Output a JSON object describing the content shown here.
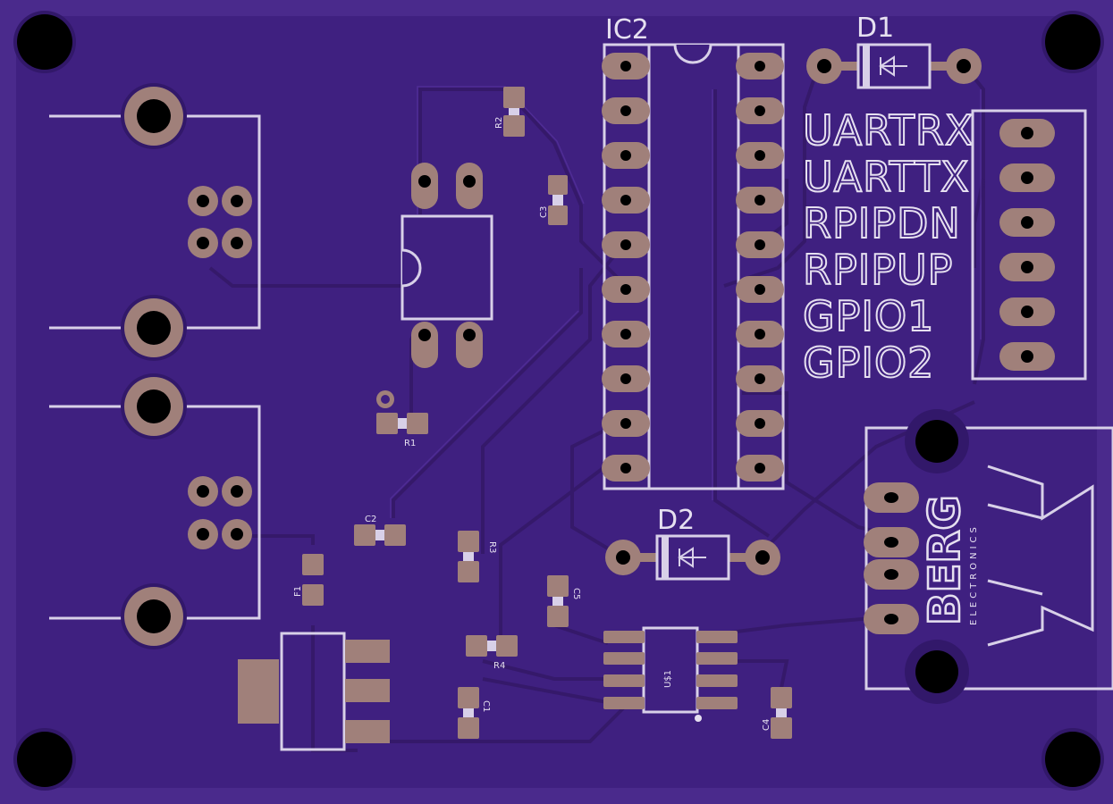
{
  "board": {
    "colors": {
      "substrate": "#4a2a8c",
      "soldermask": "#3d1f78",
      "trace": "#3a1a72",
      "traceEdge": "#53309a",
      "pad": "#a0807a",
      "hole": "#000000",
      "silk": "#e6e0f0"
    }
  },
  "labels": {
    "ic2": "IC2",
    "d1": "D1",
    "d2": "D2",
    "r1": "R1",
    "r2": "R2",
    "r3": "R3",
    "r4": "R4",
    "c1": "C1",
    "c2": "C2",
    "c3": "C3",
    "c4": "C4",
    "c5": "C5",
    "f1": "F1",
    "u1": "U$1",
    "logo": "BERG",
    "logo_sub": "ELECTRONICS"
  },
  "header_pins": [
    "UARTRX",
    "UARTTX",
    "RPIPDN",
    "RPIPUP",
    "GPIO1",
    "GPIO2"
  ]
}
